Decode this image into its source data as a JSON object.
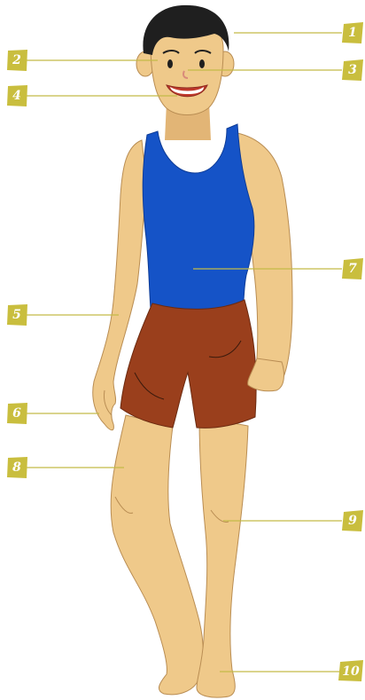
{
  "figure": {
    "description_visible": false,
    "colors": {
      "skin": "#efc98a",
      "skin_shade": "#e2b576",
      "outline": "#b98d53",
      "hair": "#1f1f1f",
      "tank_top": "#1553c7",
      "shorts": "#9a3f1c",
      "callout": "#c9be3e"
    }
  },
  "labels": [
    {
      "id": "1",
      "text": "1"
    },
    {
      "id": "2",
      "text": "2"
    },
    {
      "id": "3",
      "text": "3"
    },
    {
      "id": "4",
      "text": "4"
    },
    {
      "id": "5",
      "text": "5"
    },
    {
      "id": "6",
      "text": "6"
    },
    {
      "id": "7",
      "text": "7"
    },
    {
      "id": "8",
      "text": "8"
    },
    {
      "id": "9",
      "text": "9"
    },
    {
      "id": "10",
      "text": "10"
    }
  ]
}
